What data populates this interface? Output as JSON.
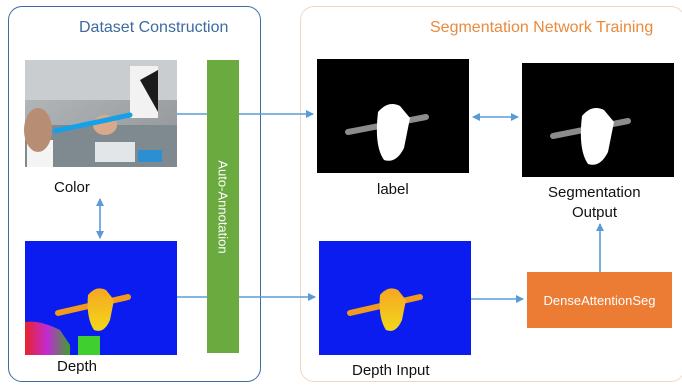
{
  "panels": {
    "left_title": "Dataset Construction",
    "right_title": "Segmentation Network Training"
  },
  "captions": {
    "color": "Color",
    "depth": "Depth",
    "label": "label",
    "seg_output_line1": "Segmentation",
    "seg_output_line2": "Output",
    "depth_input": "Depth Input"
  },
  "blocks": {
    "auto_annotation": "Auto-Annotation",
    "network": "DenseAttentionSeg"
  },
  "colors": {
    "left_border": "#3d6aa0",
    "right_title": "#e98a3d",
    "annotation_bar": "#6aaa3f",
    "network_box": "#ec7b34",
    "arrow": "#5b9bd5",
    "depth_background": "#0b1cf0"
  }
}
